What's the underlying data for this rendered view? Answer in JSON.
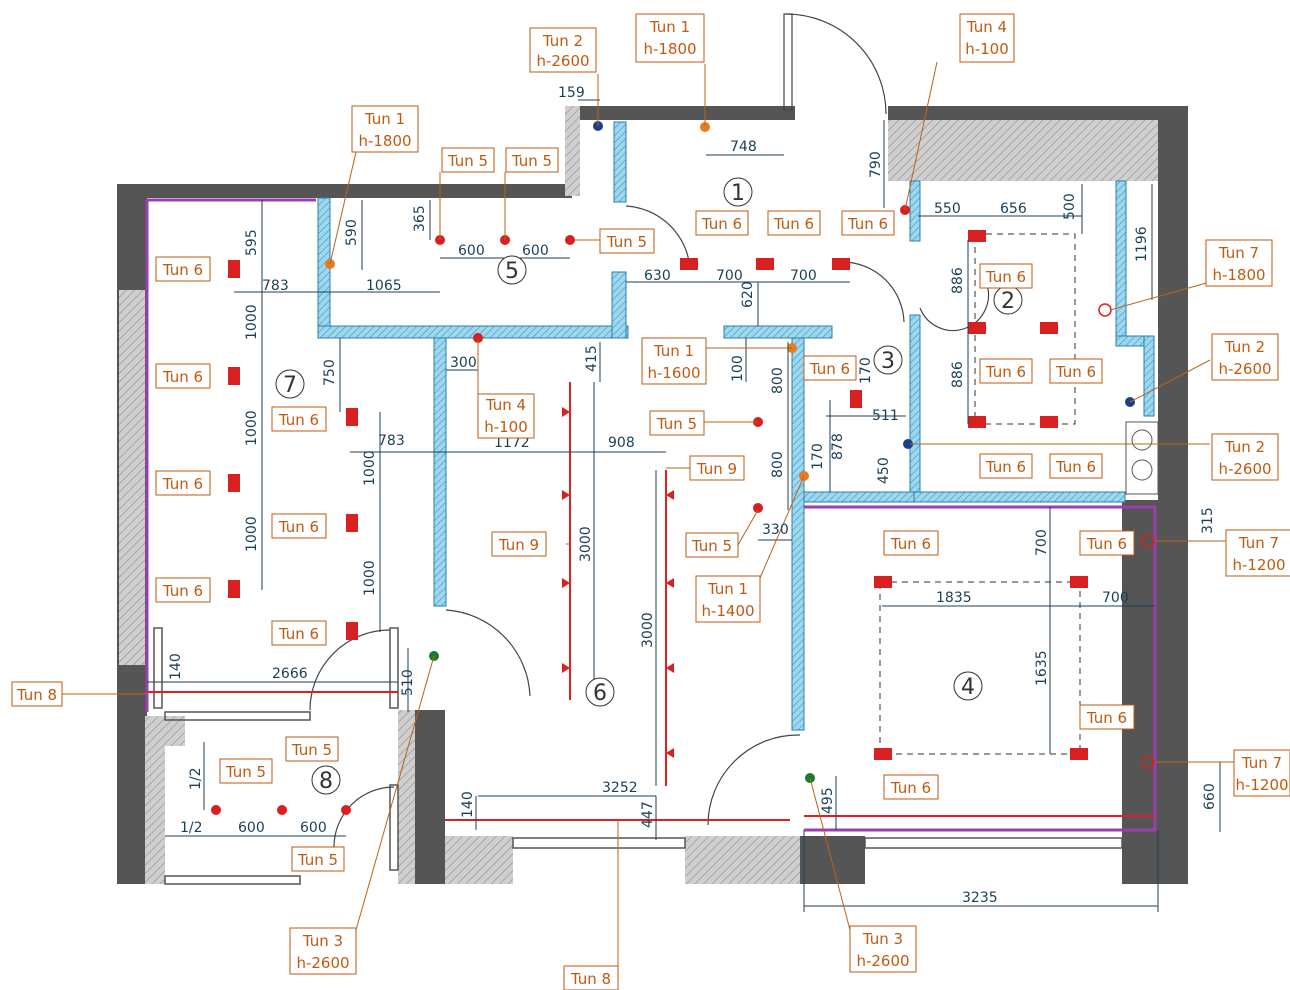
{
  "plan": {
    "rooms": [
      "1",
      "2",
      "3",
      "4",
      "5",
      "6",
      "7",
      "8"
    ],
    "labels": {
      "tun1_top": "Tun 1",
      "tun1_top_h": "h-1800",
      "tun2_top": "Tun 2",
      "tun2_top_h": "h-2600",
      "tun4_top": "Tun 4",
      "tun4_top_h": "h-100",
      "tun1_left": "Tun 1",
      "tun1_left_h": "h-1800",
      "tun5_a": "Tun 5",
      "tun5_b": "Tun 5",
      "tun5_c": "Tun 5",
      "tun5_d": "Tun 5",
      "tun5_e": "Tun 5",
      "tun5_f": "Tun 5",
      "tun5_g": "Tun 5",
      "tun5_h": "Tun 5",
      "tun6_k1": "Tun 6",
      "tun6_k2": "Tun 6",
      "tun6_k3": "Tun 6",
      "tun6_l1": "Tun 6",
      "tun6_l2": "Tun 6",
      "tun6_l3": "Tun 6",
      "tun6_l4": "Tun 6",
      "tun6_m1": "Tun 6",
      "tun6_m2": "Tun 6",
      "tun6_m3": "Tun 6",
      "tun6_r1": "Tun 6",
      "tun6_r2": "Tun 6",
      "tun6_r3": "Tun 6",
      "tun6_r4": "Tun 6",
      "tun6_r5": "Tun 6",
      "tun6_c": "Tun 6",
      "tun6_b1": "Tun 6",
      "tun6_b2": "Tun 6",
      "tun6_b3": "Tun 6",
      "tun6_b4": "Tun 6",
      "tun7_a": "Tun 7",
      "tun7_a_h": "h-1800",
      "tun7_b": "Tun 7",
      "tun7_b_h": "h-1200",
      "tun7_c": "Tun 7",
      "tun7_c_h": "h-1200",
      "tun2_r1": "Tun 2",
      "tun2_r1_h": "h-2600",
      "tun2_r2": "Tun 2",
      "tun2_r2_h": "h-2600",
      "tun1_mid": "Tun 1",
      "tun1_mid_h": "h-1600",
      "tun4_mid": "Tun 4",
      "tun4_mid_h": "h-100",
      "tun1_low": "Tun 1",
      "tun1_low_h": "h-1400",
      "tun9_a": "Tun 9",
      "tun9_b": "Tun 9",
      "tun8_a": "Tun 8",
      "tun8_b": "Tun 8",
      "tun3_a": "Tun 3",
      "tun3_a_h": "h-2600",
      "tun3_b": "Tun 3",
      "tun3_b_h": "h-2600"
    },
    "dims": {
      "d159": "159",
      "d748": "748",
      "d790": "790",
      "d550": "550",
      "d656": "656",
      "d500": "500",
      "d1196": "1196",
      "d595": "595",
      "d590": "590",
      "d365": "365",
      "d600a": "600",
      "d600b": "600",
      "d783a": "783",
      "d1065": "1065",
      "d630": "630",
      "d700a": "700",
      "d700b": "700",
      "d620": "620",
      "d886a": "886",
      "d886b": "886",
      "d1000a": "1000",
      "d1000b": "1000",
      "d1000c": "1000",
      "d750": "750",
      "d300": "300",
      "d415": "415",
      "d100": "100",
      "d800a": "800",
      "d800b": "800",
      "d170a": "170",
      "d511": "511",
      "d878": "878",
      "d170b": "170",
      "d450": "450",
      "d783b": "783",
      "d1172": "1172",
      "d908": "908",
      "d1000d": "1000",
      "d1000e": "1000",
      "d3000a": "3000",
      "d3000b": "3000",
      "d330": "330",
      "d315": "315",
      "d700c": "700",
      "d1835": "1835",
      "d700d": "700",
      "d1635": "1635",
      "d140a": "140",
      "d2666": "2666",
      "d510": "510",
      "d12a": "1/2",
      "d12b": "1/2",
      "d600c": "600",
      "d600d": "600",
      "d3252": "3252",
      "d140b": "140",
      "d447": "447",
      "d495": "495",
      "d660": "660",
      "d3235": "3235"
    }
  }
}
